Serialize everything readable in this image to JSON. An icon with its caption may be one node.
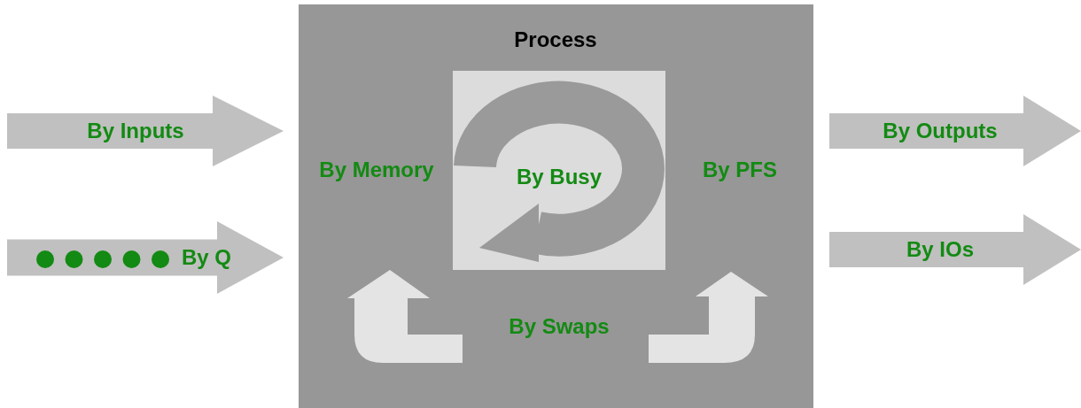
{
  "diagram": {
    "nodes": [
      {
        "text": [
          "By Inputs"
        ]
      },
      {
        "text": [
          "By Q"
        ]
      },
      {
        "text": [
          "Process"
        ]
      },
      {
        "text": [
          "By Busy"
        ],
        "in": 2
      },
      {
        "text": [
          "By Outputs"
        ]
      },
      {
        "text": [
          "By IOs"
        ]
      }
    ],
    "labels": [
      "By Memory",
      "By PFS",
      "By Swaps"
    ]
  }
}
